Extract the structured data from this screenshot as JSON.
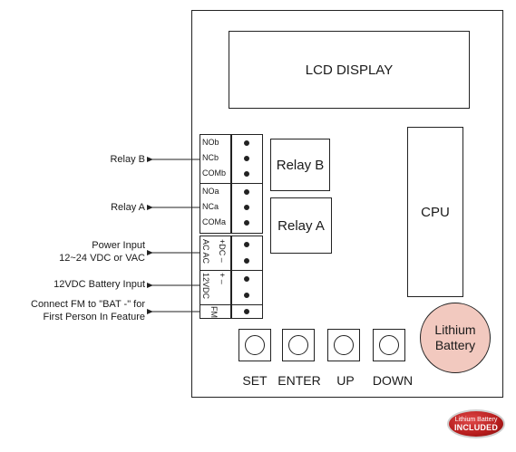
{
  "board": {
    "lcd_label": "LCD DISPLAY",
    "cpu_label": "CPU",
    "relay_b_label": "Relay B",
    "relay_a_label": "Relay A",
    "battery_label": [
      "Lithium",
      "Battery"
    ]
  },
  "terminals": {
    "relay_b": [
      "NOb",
      "NCb",
      "COMb"
    ],
    "relay_a": [
      "NOa",
      "NCa",
      "COMa"
    ],
    "power": {
      "left": "AC AC",
      "right": "+DC –"
    },
    "battery": {
      "left": "12VDC",
      "right": "+ –"
    },
    "fm": "FM"
  },
  "side_labels": {
    "relay_b": "Relay B",
    "relay_a": "Relay A",
    "power": [
      "Power Input",
      "12~24 VDC or VAC"
    ],
    "battery": "12VDC Battery Input",
    "fm": [
      "Connect FM to \"BAT -\" for",
      "First Person In Feature"
    ]
  },
  "buttons": [
    "SET",
    "ENTER",
    "UP",
    "DOWN"
  ],
  "badge": {
    "line1": "Lithium Battery",
    "line2": "INCLUDED"
  }
}
